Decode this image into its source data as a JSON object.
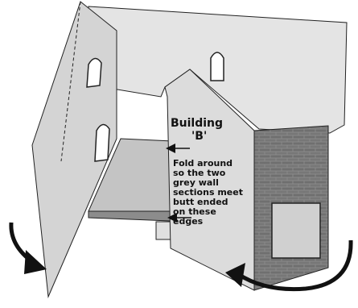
{
  "label": {
    "title_line1": "Building",
    "title_line2": "'B'",
    "instructions": [
      "Fold around",
      "so the two",
      "grey wall",
      "sections meet",
      "butt ended",
      "on these",
      "edges"
    ]
  },
  "colors": {
    "wall_grey": "#d6d6d6",
    "wall_light": "#e6e6e6",
    "floor": "#bdbdbd",
    "brick": "#7a7a7a",
    "outline": "#222222"
  },
  "icons": [
    "fold-arrow-left",
    "fold-arrow-right",
    "edge-arrow-top",
    "edge-arrow-bottom"
  ]
}
